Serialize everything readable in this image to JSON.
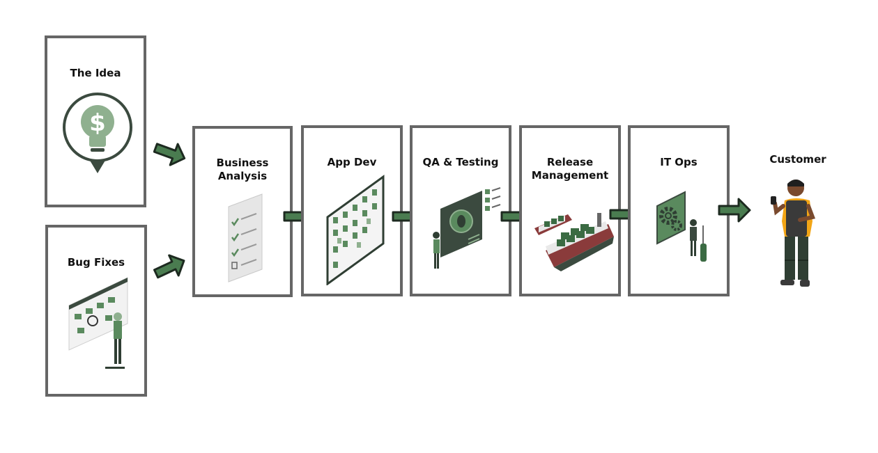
{
  "colors": {
    "border": "#666666",
    "accent": "#5a8a5e",
    "dark": "#2f3e33",
    "arrow": "#4a7c50"
  },
  "stages": {
    "idea": {
      "label": "The Idea",
      "icon": "lightbulb-dollar-icon"
    },
    "bugfixes": {
      "label": "Bug Fixes",
      "icon": "bug-board-illustration"
    },
    "business": {
      "label": "Business\nAnalysis",
      "icon": "checklist-illustration"
    },
    "appdev": {
      "label": "App Dev",
      "icon": "kanban-board-illustration"
    },
    "qa": {
      "label": "QA & Testing",
      "icon": "bug-testing-illustration"
    },
    "release": {
      "label": "Release\nManagement",
      "icon": "cargo-ships-illustration"
    },
    "itops": {
      "label": "IT Ops",
      "icon": "gear-panel-illustration"
    },
    "customer": {
      "label": "Customer",
      "icon": "person-phone-illustration"
    }
  }
}
